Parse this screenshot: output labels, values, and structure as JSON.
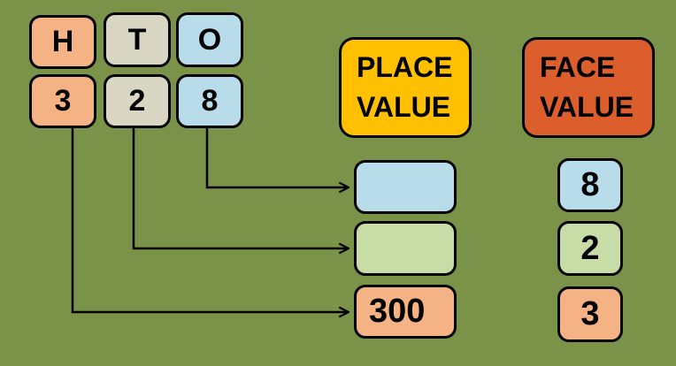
{
  "colors": {
    "background": "#7A9348",
    "peach": "#F5B285",
    "beige": "#D9D6C3",
    "blue": "#B9DCEA",
    "green": "#C7DCA6",
    "gold": "#FFC000",
    "orange_red": "#DB5E2C",
    "line": "#000000"
  },
  "columns": [
    {
      "header": "H",
      "digit": "3"
    },
    {
      "header": "T",
      "digit": "2"
    },
    {
      "header": "O",
      "digit": "8"
    }
  ],
  "place_value": {
    "title_lines": [
      "PLACE",
      "VALUE"
    ],
    "boxes": [
      {
        "place": "ones",
        "value": ""
      },
      {
        "place": "tens",
        "value": ""
      },
      {
        "place": "hundreds",
        "value": "300"
      }
    ]
  },
  "face_value": {
    "title_lines": [
      "FACE",
      "VALUE"
    ],
    "boxes": [
      {
        "place": "ones",
        "value": "8"
      },
      {
        "place": "tens",
        "value": "2"
      },
      {
        "place": "hundreds",
        "value": "3"
      }
    ]
  }
}
